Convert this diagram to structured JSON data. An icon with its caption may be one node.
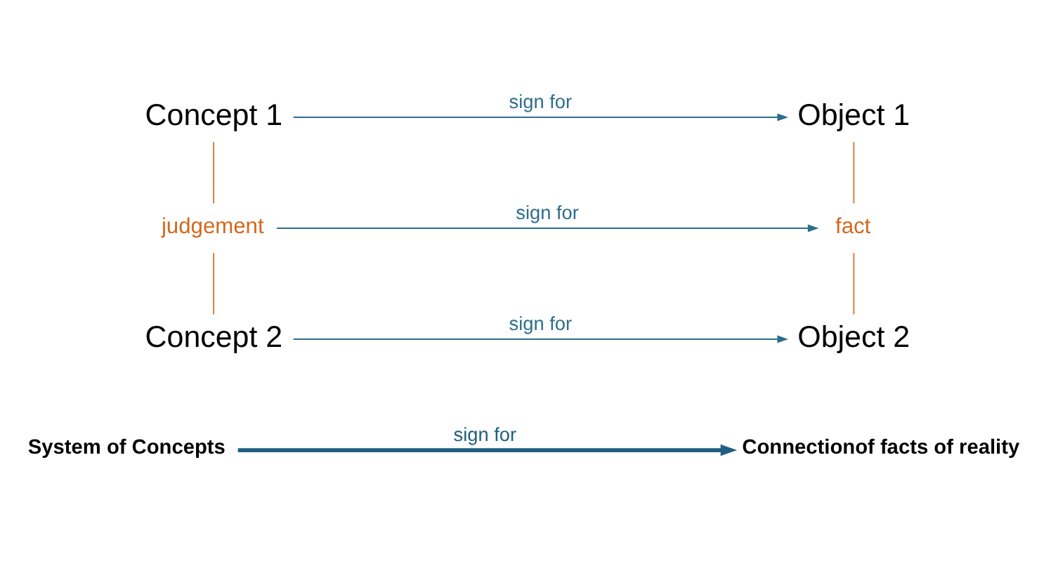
{
  "diagram": {
    "nodes": [
      {
        "text": [
          "Concept 1"
        ]
      },
      {
        "text": [
          "Object 1"
        ]
      },
      {
        "text": [
          "judgement"
        ]
      },
      {
        "text": [
          "fact"
        ]
      },
      {
        "text": [
          "Concept 2"
        ]
      },
      {
        "text": [
          "Object 2"
        ]
      },
      {
        "text": [
          "System of Concepts"
        ]
      },
      {
        "text": [
          "Connectionof facts of reality"
        ]
      }
    ],
    "edges": [
      {
        "from": 0,
        "to": 1,
        "arrow": "to",
        "label": "sign for",
        "color": "#2e6e8c"
      },
      {
        "from": 0,
        "to": 2,
        "arrow": "none",
        "color": "#e07b39"
      },
      {
        "from": 1,
        "to": 3,
        "arrow": "none",
        "color": "#e07b39"
      },
      {
        "from": 2,
        "to": 3,
        "arrow": "to",
        "label": "sign for",
        "color": "#2e6e8c"
      },
      {
        "from": 2,
        "to": 4,
        "arrow": "none",
        "color": "#e07b39"
      },
      {
        "from": 3,
        "to": 5,
        "arrow": "none",
        "color": "#e07b39"
      },
      {
        "from": 4,
        "to": 5,
        "arrow": "to",
        "label": "sign for",
        "color": "#2e6e8c"
      },
      {
        "from": 6,
        "to": 7,
        "arrow": "to",
        "label": "sign for",
        "style": "thick",
        "color": "#1f5f7f"
      }
    ]
  }
}
